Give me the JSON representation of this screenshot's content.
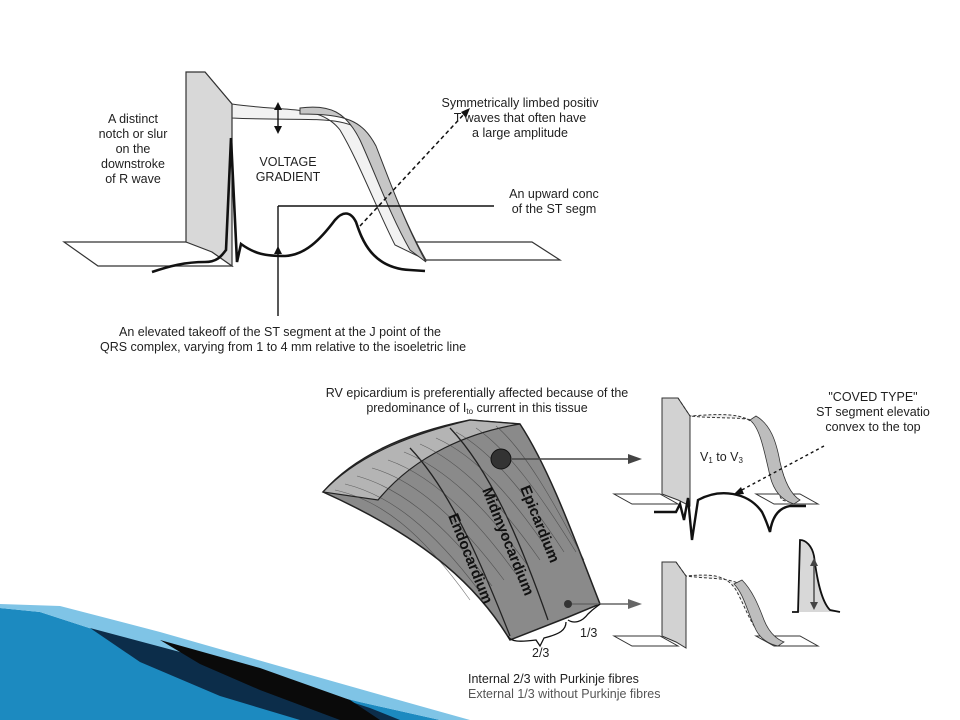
{
  "top_diagram": {
    "notch_label": [
      "A distinct",
      "notch or slur",
      "on the",
      "downstroke",
      "of R wave"
    ],
    "gradient_label": [
      "VOLTAGE",
      "GRADIENT"
    ],
    "twave_label": [
      "Symmetrically limbed positiv",
      "T waves that often have",
      "a large amplitude"
    ],
    "st_concave_label": [
      "An upward conc",
      "of the ST segm"
    ],
    "j_point_label": [
      "An elevated takeoff of the ST segment at the J point of the",
      "QRS complex, varying from 1 to 4 mm relative to the isoeletric line"
    ]
  },
  "bottom_diagram": {
    "rv_label_line1": "RV epicardium is preferentially affected because of the",
    "rv_label_line2_pre": "predominance of I",
    "rv_label_line2_sub": "to",
    "rv_label_line2_post": " current in this tissue",
    "coved_label": [
      "\"COVED TYPE\"",
      "ST segment elevatio",
      "convex to the top"
    ],
    "leads_label_pre": "V",
    "leads_label_sub1": "1",
    "leads_label_mid": " to V",
    "leads_label_sub2": "3",
    "layers": {
      "epicardium": "Epicardium",
      "midmyocardium": "Midmyocardium",
      "endocardium": "Endocardium"
    },
    "fraction_two_thirds": "2/3",
    "fraction_one_third": "1/3",
    "purkinje_label": [
      "Internal 2/3 with Purkinje fibres",
      "External 1/3 without Purkinje fibres"
    ]
  },
  "colors": {
    "accent_blue": "#1c8ac0",
    "dark_navy": "#0c2d4a",
    "tissue_gray": "#8a8a8a",
    "ink": "#1a1a1a"
  }
}
